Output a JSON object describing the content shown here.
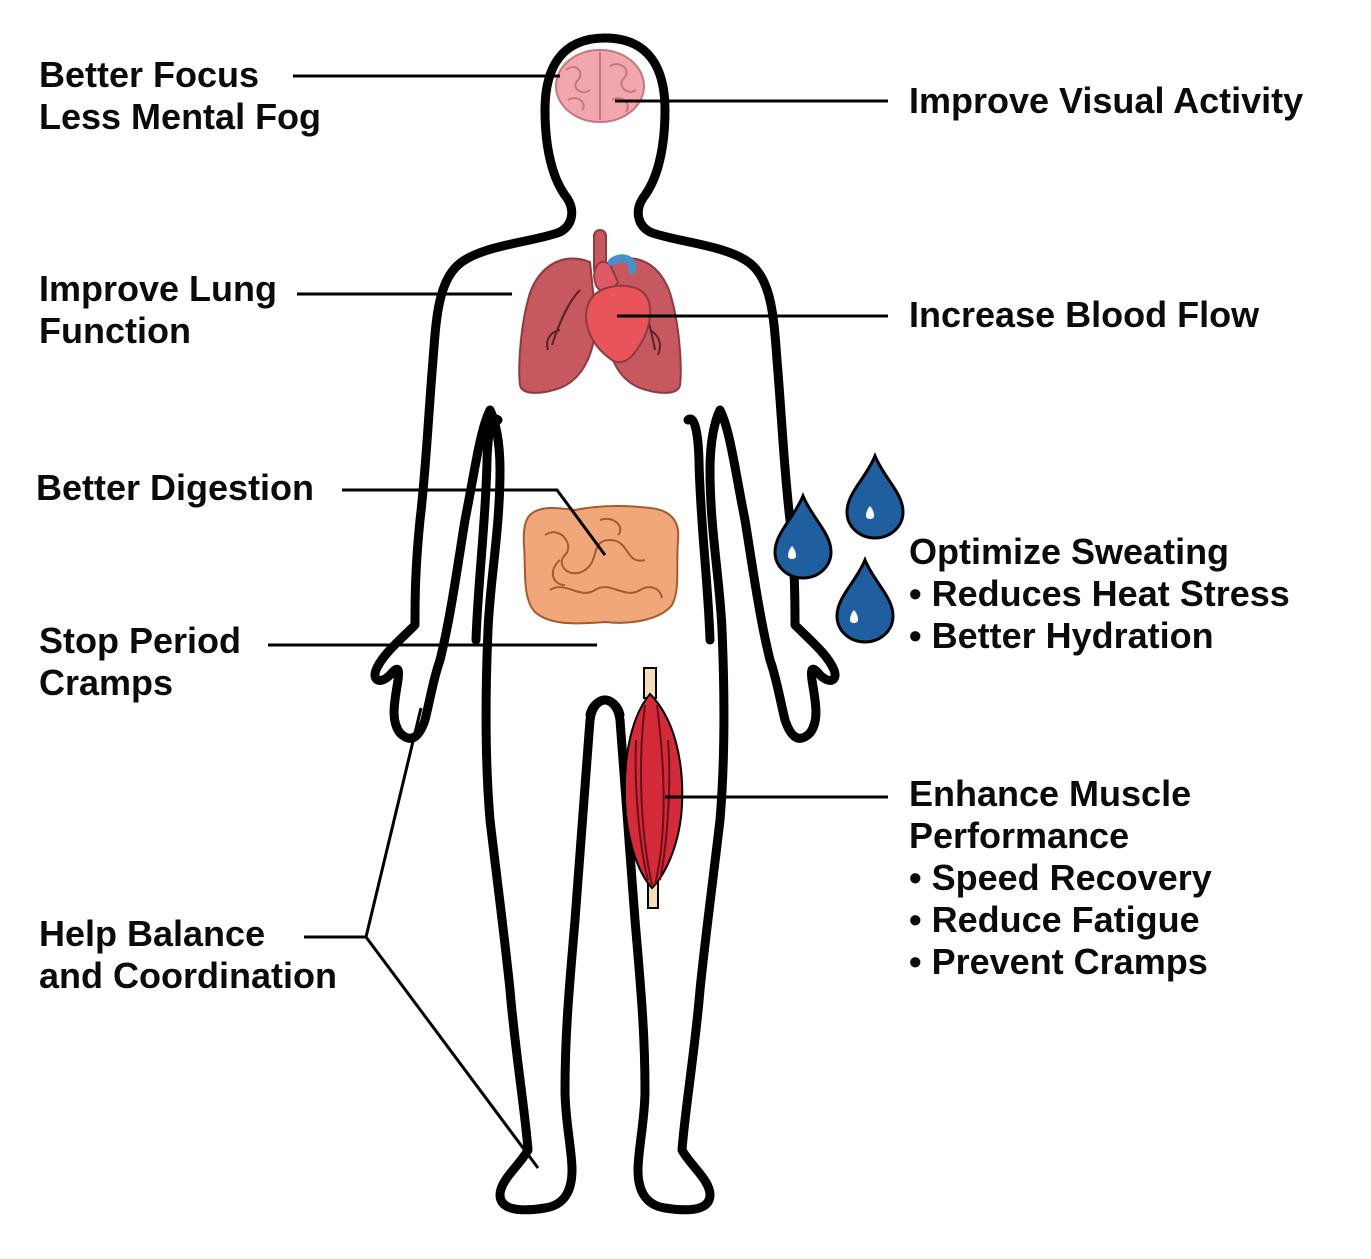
{
  "labels": {
    "focus": [
      "Better Focus",
      "Less Mental Fog"
    ],
    "visual": [
      "Improve Visual Activity"
    ],
    "lung": [
      "Improve Lung",
      "Function"
    ],
    "blood": [
      "Increase Blood Flow"
    ],
    "digestion": [
      "Better Digestion"
    ],
    "sweating": [
      "Optimize Sweating",
      "• Reduces Heat Stress",
      "• Better Hydration"
    ],
    "period": [
      "Stop Period",
      "Cramps"
    ],
    "muscle": [
      "Enhance Muscle",
      "Performance",
      "• Speed Recovery",
      "• Reduce Fatigue",
      "• Prevent Cramps"
    ],
    "balance": [
      "Help Balance",
      "and Coordination"
    ]
  },
  "colors": {
    "outline": "#000000",
    "brain": "#f2a7ae",
    "lungs": "#c6585f",
    "heart": "#e8545a",
    "vessel": "#4a90c8",
    "intestines": "#f0a87a",
    "muscle": "#d42a3a",
    "tendon": "#f3dcb8",
    "drop": "#1f5fa0"
  },
  "icons": [
    "brain-icon",
    "lungs-icon",
    "heart-icon",
    "intestines-icon",
    "muscle-icon",
    "sweat-drop-icon"
  ]
}
